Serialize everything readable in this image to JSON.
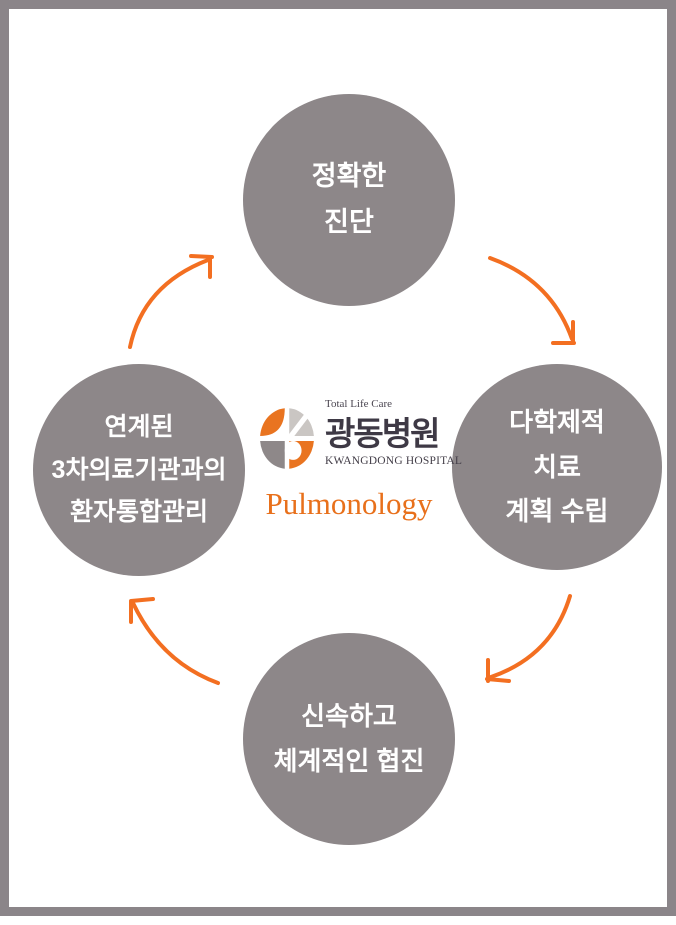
{
  "colors": {
    "frame_border": "#8b8589",
    "circle_gray": "#8d8789",
    "circle_text": "#ffffff",
    "arrow_orange": "#f36f21",
    "logo_orange": "#e97420",
    "logo_light_gray": "#cac6c3",
    "logo_mid_gray": "#8e8889",
    "logo_text_dark": "#3e3945",
    "department_orange": "#e8701b"
  },
  "icons": {
    "logo_mark": "kwangdong-hospital-logo-mark",
    "arrows": [
      "curved-arrow-left-to-top",
      "curved-arrow-top-to-right",
      "curved-arrow-right-to-bottom",
      "curved-arrow-bottom-to-left"
    ]
  },
  "cycle": {
    "top": {
      "lines": [
        "정확한",
        "진단"
      ]
    },
    "right": {
      "lines": [
        "다학제적",
        "치료",
        "계획 수립"
      ]
    },
    "bottom": {
      "lines": [
        "신속하고",
        "체계적인 협진"
      ]
    },
    "left": {
      "lines": [
        "연계된",
        "3차의료기관과의",
        "환자통합관리"
      ]
    }
  },
  "center": {
    "tagline": "Total Life Care",
    "hospital_kr": "광동병원",
    "hospital_en": "KWANGDONG HOSPITAL",
    "department": "Pulmonology"
  }
}
